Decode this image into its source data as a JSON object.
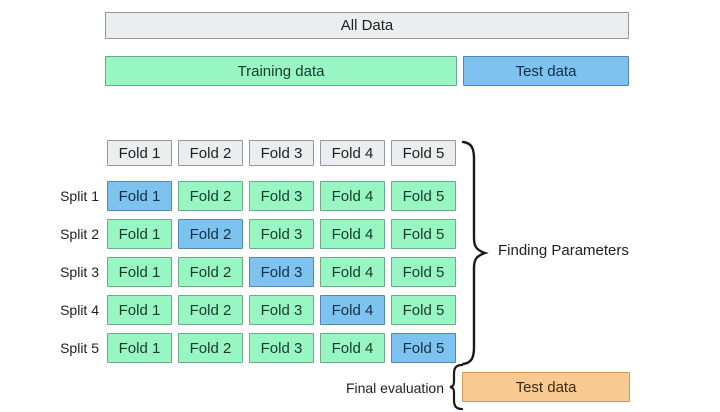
{
  "colors": {
    "gray_fill": "#EBEDEF",
    "gray_border": "#8F9AA6",
    "green_fill": "#98F6C3",
    "green_border": "#6FA98C",
    "blue_fill": "#7EC3EF",
    "blue_border": "#5388B4",
    "orange_fill": "#F9C992",
    "orange_border": "#D09A50"
  },
  "top_bars": {
    "all_data_label": "All Data",
    "training_label": "Training data",
    "test_label": "Test data"
  },
  "grid": {
    "header_folds": [
      "Fold 1",
      "Fold 2",
      "Fold 3",
      "Fold 4",
      "Fold 5"
    ],
    "splits": [
      {
        "label": "Split 1",
        "folds": [
          "Fold 1",
          "Fold 2",
          "Fold 3",
          "Fold 4",
          "Fold 5"
        ],
        "test_fold_index": 0
      },
      {
        "label": "Split 2",
        "folds": [
          "Fold 1",
          "Fold 2",
          "Fold 3",
          "Fold 4",
          "Fold 5"
        ],
        "test_fold_index": 1
      },
      {
        "label": "Split 3",
        "folds": [
          "Fold 1",
          "Fold 2",
          "Fold 3",
          "Fold 4",
          "Fold 5"
        ],
        "test_fold_index": 2
      },
      {
        "label": "Split 4",
        "folds": [
          "Fold 1",
          "Fold 2",
          "Fold 3",
          "Fold 4",
          "Fold 5"
        ],
        "test_fold_index": 3
      },
      {
        "label": "Split 5",
        "folds": [
          "Fold 1",
          "Fold 2",
          "Fold 3",
          "Fold 4",
          "Fold 5"
        ],
        "test_fold_index": 4
      }
    ],
    "row_top_start": 181,
    "row_pitch": 38
  },
  "annotations": {
    "brace_label": "Finding Parameters",
    "final_evaluation_label": "Final evaluation",
    "final_test_label": "Test data"
  }
}
